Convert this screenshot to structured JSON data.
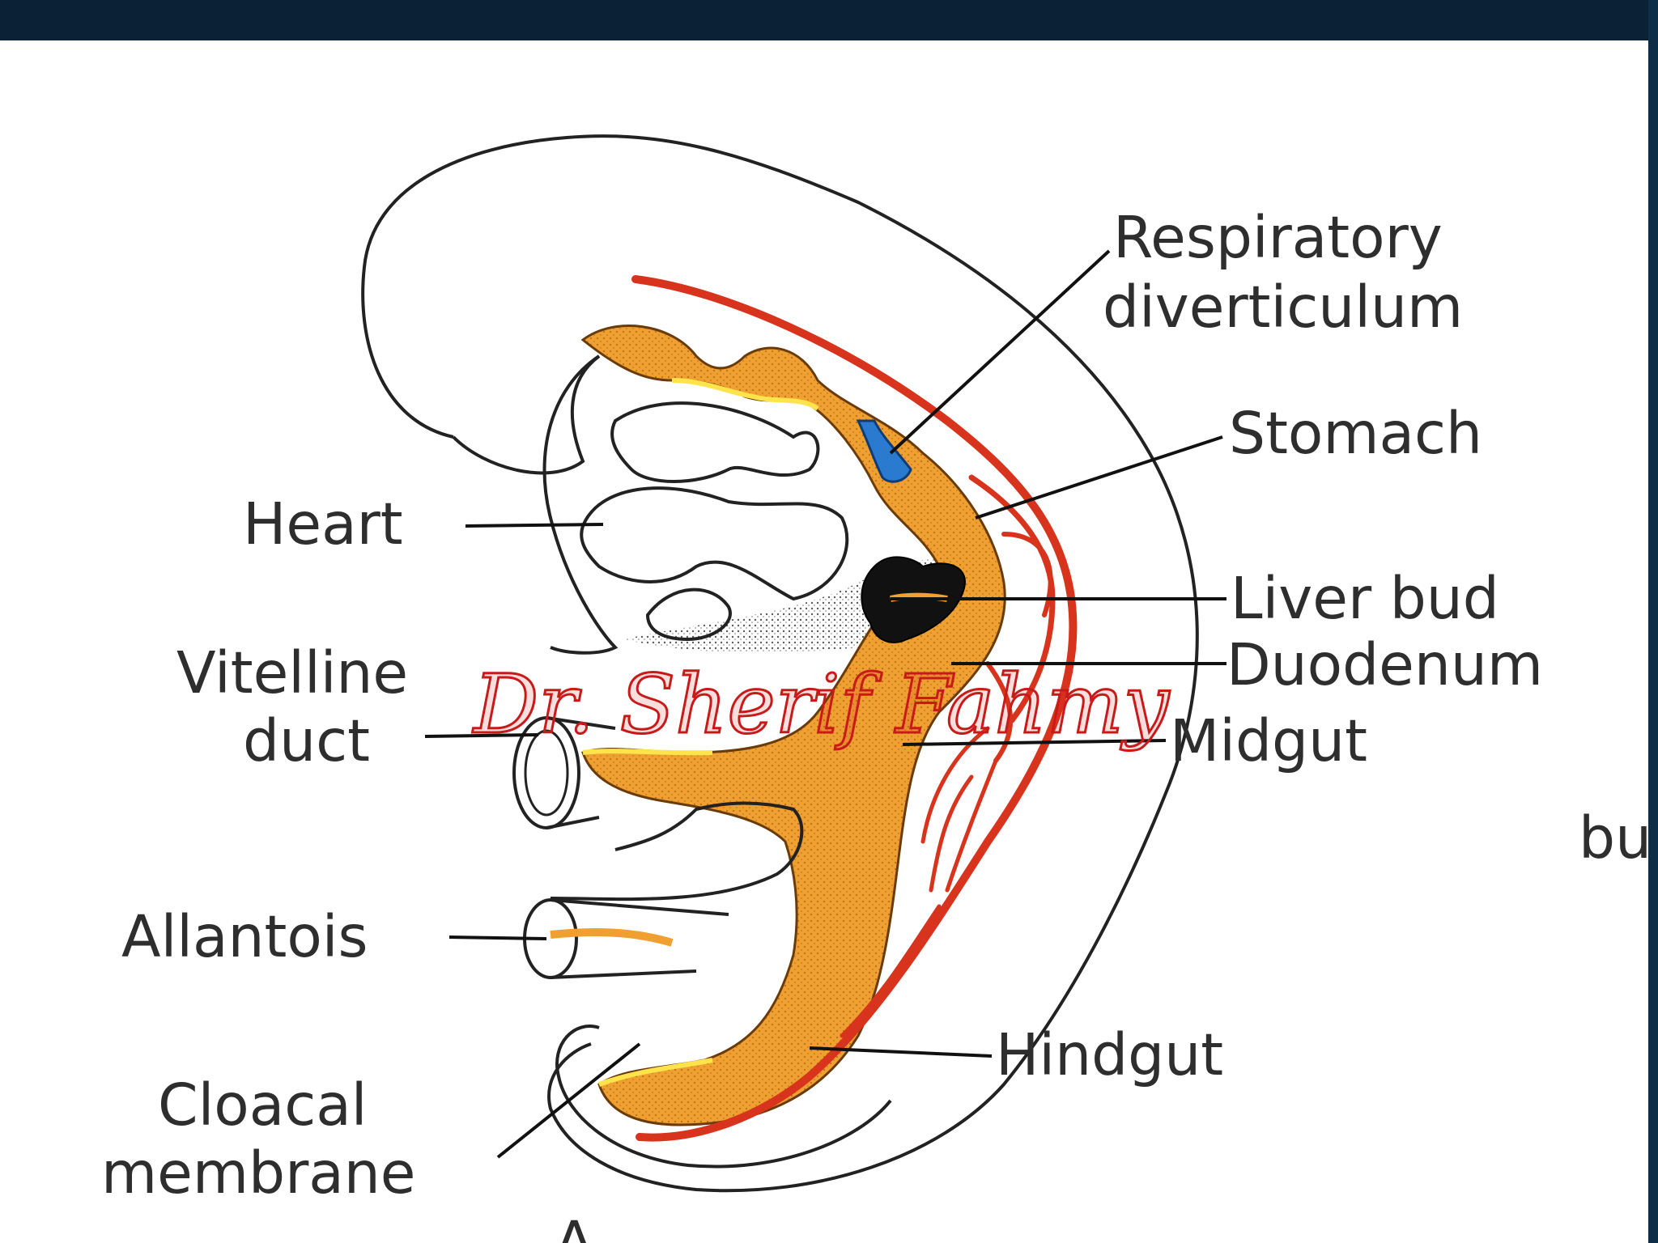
{
  "labels": {
    "respiratory_1": "Respiratory",
    "respiratory_2": "diverticulum",
    "stomach": "Stomach",
    "heart": "Heart",
    "liver_bud": "Liver bud",
    "duodenum": "Duodenum",
    "vitelline_1": "Vitelline",
    "vitelline_2": "duct",
    "midgut": "Midgut",
    "allantois": "Allantois",
    "hindgut": "Hindgut",
    "cloacal_1": "Cloacal",
    "cloacal_2": "membrane",
    "figure_letter": "A",
    "cut_off_right": "bu"
  },
  "watermark": "Dr. Sherif Fahmy",
  "colors": {
    "frame": "#0b2236",
    "gut": "#f0a030",
    "gut_edge": "#ffe34a",
    "vessel": "#d8331c",
    "liver": "#111111",
    "resp": "#2a7bd0",
    "watermark": "#c91a1a"
  }
}
